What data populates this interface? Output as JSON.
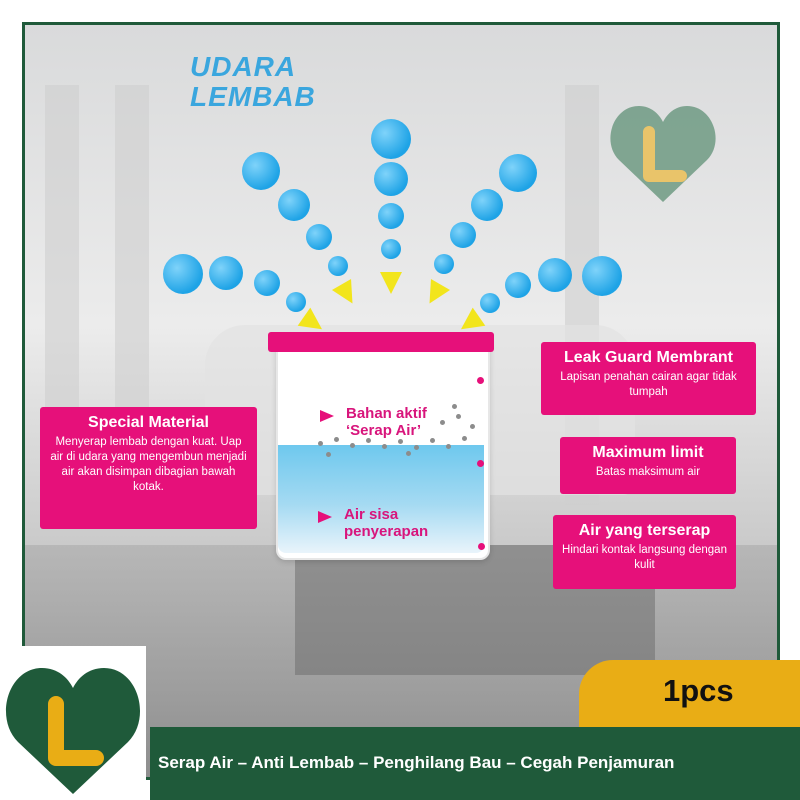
{
  "headline": {
    "line1": "UDARA",
    "line2": "LEMBAB"
  },
  "container": {
    "active_label_line1": "Bahan aktif",
    "active_label_line2": "‘Serap Air’",
    "water_label_line1": "Air sisa",
    "water_label_line2": "penyerapan"
  },
  "callouts": {
    "special_material": {
      "title": "Special Material",
      "body": "Menyerap lembab dengan kuat. Uap air di udara yang mengembun menjadi air akan disimpan dibagian bawah kotak."
    },
    "leak_guard": {
      "title": "Leak Guard Membrant",
      "body": "Lapisan penahan cairan agar tidak tumpah"
    },
    "max_limit": {
      "title": "Maximum limit",
      "body": "Batas maksimum air"
    },
    "absorbed_water": {
      "title": "Air yang terserap",
      "body": "Hindari kontak langsung dengan kulit"
    }
  },
  "footer": {
    "quantity": "1pcs",
    "tagline": "Serap Air – Anti Lembab – Penghilang Bau – Cegah Penjamuran"
  },
  "colors": {
    "brand_green": "#1f5a3a",
    "brand_yellow": "#e9ad15",
    "accent_pink": "#e6107a",
    "moisture_blue": "#1ea3e6",
    "arrow_yellow": "#f2e51c"
  }
}
